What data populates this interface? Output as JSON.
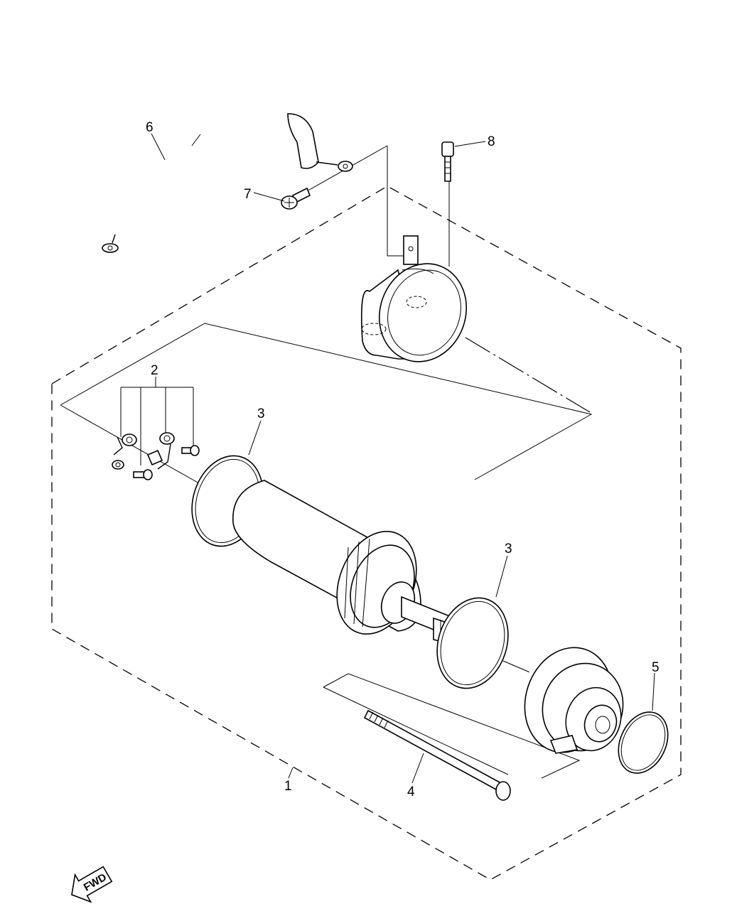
{
  "callouts": [
    {
      "id": "c1",
      "label": "1"
    },
    {
      "id": "c2",
      "label": "2"
    },
    {
      "id": "c3a",
      "label": "3"
    },
    {
      "id": "c3b",
      "label": "3"
    },
    {
      "id": "c4",
      "label": "4"
    },
    {
      "id": "c5",
      "label": "5"
    },
    {
      "id": "c6",
      "label": "6"
    },
    {
      "id": "c7",
      "label": "7"
    },
    {
      "id": "c8",
      "label": "8"
    }
  ],
  "orientation": {
    "label": "FWD"
  }
}
